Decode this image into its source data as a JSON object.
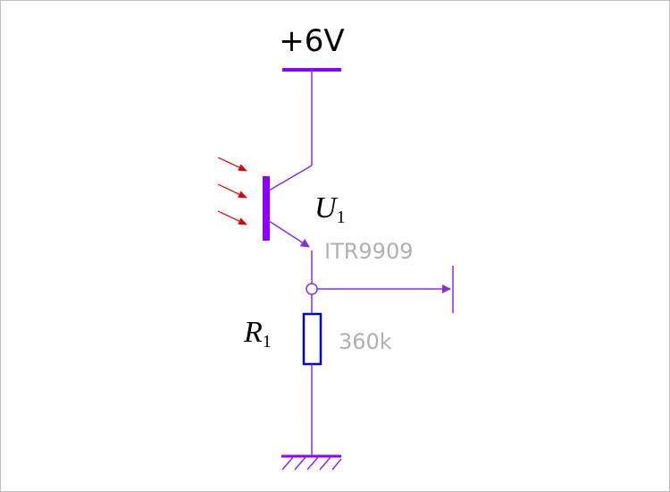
{
  "supply": {
    "label": "+6V"
  },
  "transistor": {
    "symbol": "U",
    "subscript": "1",
    "part": "ITR9909"
  },
  "resistor": {
    "symbol": "R",
    "subscript": "1",
    "value": "360k"
  },
  "colors": {
    "wire": "#8a2be2",
    "bus": "#8b00ff",
    "resistor_body": "#0000cc",
    "light_arrow": "#e00000",
    "label_text": "#000000",
    "value_text": "#b0b0b0"
  }
}
